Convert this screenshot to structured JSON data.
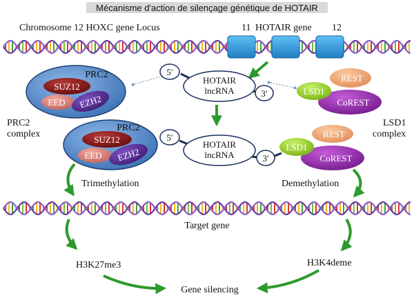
{
  "title": "Mécanisme d'action de silençage génétique de HOTAIR",
  "locus": {
    "label": "Chromosome 12 HOXC gene Locus",
    "gene_11": "11",
    "hotair_gene": "HOTAIR gene",
    "gene_12": "12"
  },
  "hotair_top": {
    "line1": "HOTAIR",
    "line2": "lncRNA",
    "five_prime": "5′",
    "three_prime": "3′"
  },
  "hotair_mid": {
    "line1": "HOTAIR",
    "line2": "lncRNA",
    "five_prime": "5′",
    "three_prime": "3′"
  },
  "prc2_top": {
    "title": "PRC2",
    "suz12": "SUZ12",
    "eed": "EED",
    "ezh2": "EZH2"
  },
  "prc2_mid": {
    "title": "PRC2",
    "suz12": "SUZ12",
    "eed": "EED",
    "ezh2": "EZH2"
  },
  "lsd1_top": {
    "rest": "REST",
    "lsd1": "LSD1",
    "corest": "CoREST"
  },
  "lsd1_mid": {
    "rest": "REST",
    "lsd1": "LSD1",
    "corest": "CoREST"
  },
  "labels": {
    "prc2_complex_1": "PRC2",
    "prc2_complex_2": "complex",
    "lsd1_complex_1": "LSD1",
    "lsd1_complex_2": "complex",
    "trimethylation": "Trimethylation",
    "demethylation": "Demethylation",
    "target_gene": "Target gene",
    "h3k27me3": "H3K27me3",
    "h3k4deme": "H3K4deme",
    "gene_silencing": "Gene silencing"
  },
  "colors": {
    "arrow_green": "#2e9a2e",
    "prc2_blue": "#4f86c6",
    "suz12_red": "#8b1a1a",
    "eed_pink": "#d9807a",
    "ezh2_purple": "#5a2a8f",
    "rest_orange": "#f0a878",
    "lsd1_green": "#9ed22b",
    "corest_purple": "#9a2fb0",
    "gene_box": "#2f9be0"
  }
}
